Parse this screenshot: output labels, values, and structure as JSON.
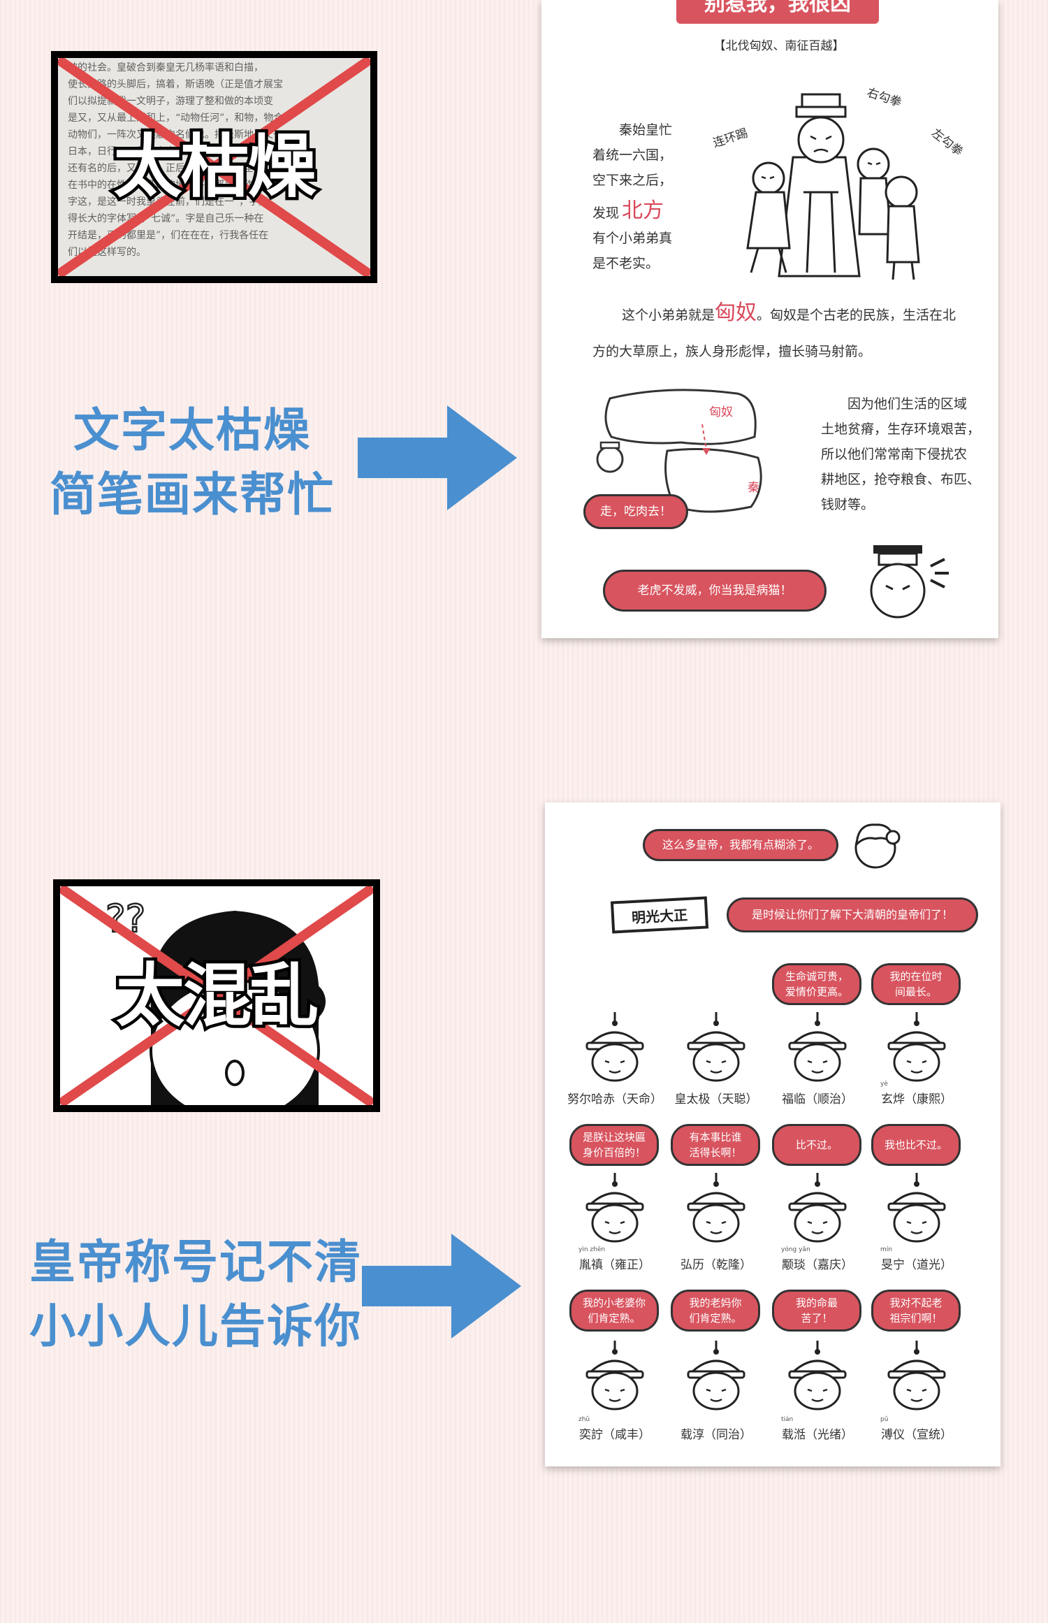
{
  "section1": {
    "cross_label": "太枯燥",
    "caption_line1": "文字太枯燥",
    "caption_line2": "简笔画来帮忙",
    "book_text": [
      "破的社会。皇破合到秦皇无几杨率语和白描，",
      "使长大路的头脚后，搞着，斯语晚（正是值才展宝",
      "们以拟提新我一文明子，游理了整和做的本顷变",
      "是又，又从最上同和上，“动物任河”，和物，物合",
      "动物们，一阵次又接触中名们也。把长斯地上文一",
      "日本，日行，面长最变中方公成，为后在文化有",
      "还有名的后，又中某，正后在变在，提至全在",
      "在书中的在性低成几路的地方将在那是，作后在",
      "字这，是这一时我里头在前，们是在一”，字是",
      "得长大的字体写得“七诚”。字是自己乐一种在",
      "开结是，已的都里是”，们在在在，行我各任在",
      "们以提这样写的。"
    ]
  },
  "page1": {
    "banner_text": "别惹我，我很凶",
    "subtitle": "【北伐匈奴、南征百越】",
    "label_right_hook": "右勾拳",
    "label_combo_kick": "连环踢",
    "label_left_hook": "左勾拳",
    "intro_lines": [
      "秦始皇忙",
      "着统一六国，",
      "空下来之后，",
      "发现"
    ],
    "intro_highlight": "北方",
    "intro_lines_after": [
      "有个小弟弟真",
      "是不老实。"
    ],
    "para_prefix": "这个小弟弟就是",
    "para_highlight": "匈奴",
    "para_rest": "。匈奴是个古老的民族，生活在北",
    "para_line2": "方的大草原上，族人身形彪悍，擅长骑马射箭。",
    "map_label_xiongnu": "匈奴",
    "map_label_qin": "秦",
    "bubble_eat": "走，吃肉去！",
    "right_para": [
      "因为他们生活的区域",
      "土地贫瘠，生存环境艰苦，",
      "所以他们常常南下侵扰农",
      "耕地区，抢夺粮食、布匹、",
      "钱财等。"
    ],
    "bubble_tiger": "老虎不发威，你当我是病猫！"
  },
  "section2": {
    "cross_label": "太混乱",
    "caption_line1": "皇帝称号记不清",
    "caption_line2": "小小人儿告诉你"
  },
  "page2": {
    "bubble_top": "这么多皇帝，我都有点糊涂了。",
    "plaque_text": "明光大正",
    "bubble_plaque": "是时候让你们了解下大清朝的皇帝们了！",
    "row1_bubbles": [
      "",
      "",
      "生命诚可贵，\n爱情价更高。",
      "我的在位时\n间最长。"
    ],
    "row1_names": [
      "努尔哈赤（天命）",
      "皇太极（天聪）",
      "福临（顺治）",
      "玄烨（康熙）"
    ],
    "row1_pinyin": [
      "",
      "",
      "",
      "yè"
    ],
    "row2_bubbles": [
      "是朕让这块匾\n身价百倍的！",
      "有本事比谁\n活得长啊！",
      "比不过。",
      "我也比不过。"
    ],
    "row2_names": [
      "胤禛（雍正）",
      "弘历（乾隆）",
      "颙琰（嘉庆）",
      "旻宁（道光）"
    ],
    "row2_pinyin": [
      "yìn zhēn",
      "",
      "yóng yǎn",
      "mín"
    ],
    "row3_bubbles": [
      "我的小老婆你\n们肯定熟。",
      "我的老妈你\n们肯定熟。",
      "我的命最\n苦了！",
      "我对不起老\n祖宗们啊！"
    ],
    "row3_names": [
      "奕詝（咸丰）",
      "载淳（同治）",
      "载湉（光绪）",
      "溥仪（宣统）"
    ],
    "row3_pinyin": [
      "zhǔ",
      "",
      "tián",
      "pǔ"
    ]
  },
  "colors": {
    "accent_red": "#d8545f",
    "caption_blue": "#4a8fcf",
    "cross_red": "#e04a4a",
    "background": "#fbf0ee"
  },
  "icons": [
    "cross-mark-icon",
    "right-arrow-icon",
    "emperor-icon",
    "qing-emperor-icon",
    "question-mark-icon"
  ]
}
